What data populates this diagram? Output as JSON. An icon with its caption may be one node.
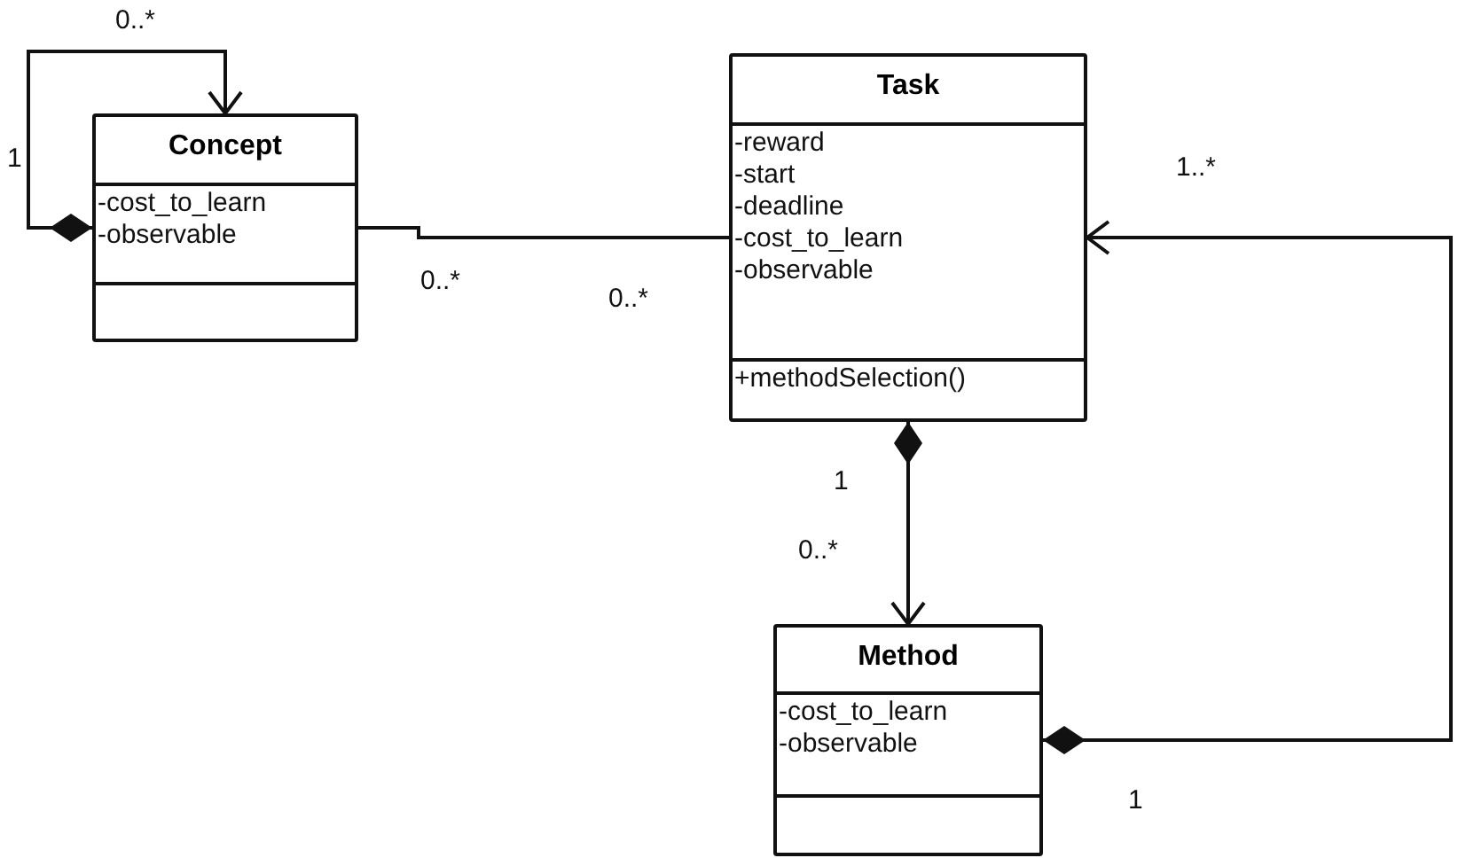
{
  "diagram": {
    "nodes": [
      {
        "text": [
          "Concept",
          "-cost_to_learn",
          "-observable"
        ]
      },
      {
        "text": [
          "Task",
          "-reward",
          "-start",
          "-deadline",
          "-cost_to_learn",
          "-observable",
          "+methodSelection()"
        ]
      },
      {
        "text": [
          "Method",
          "-cost_to_learn",
          "-observable"
        ]
      }
    ],
    "edges": [
      {
        "from": 0,
        "to": 0,
        "arrow": "to"
      },
      {
        "from": 0,
        "to": 1,
        "arrow": "none"
      },
      {
        "from": 1,
        "to": 2,
        "arrow": "to"
      },
      {
        "from": 2,
        "to": 1,
        "arrow": "to"
      }
    ],
    "labels": [
      "0..*",
      "1",
      "1..*",
      "0..*",
      "0..*",
      "1",
      "0..*",
      "1"
    ]
  }
}
